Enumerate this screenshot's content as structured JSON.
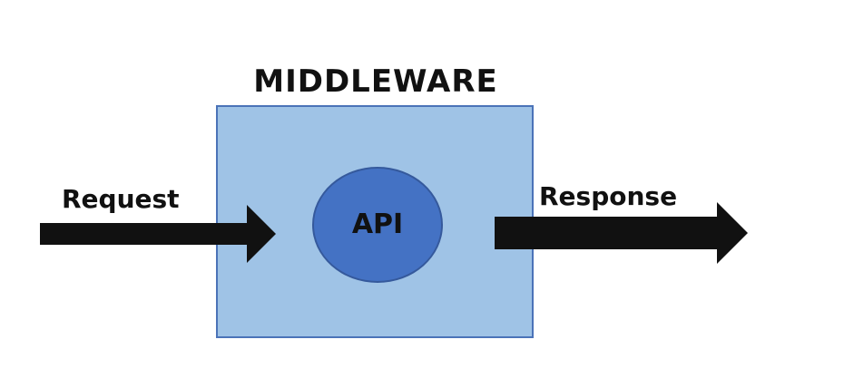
{
  "diagram": {
    "title": "MIDDLEWARE",
    "center_label": "API",
    "input_label": "Request",
    "output_label": "Response"
  },
  "colors": {
    "box_fill": "#9fc3e6",
    "box_border": "#4b73b8",
    "ellipse_fill": "#4472c4",
    "arrow": "#111111",
    "text": "#111111"
  },
  "icons": {
    "input_arrow": "arrow-right-icon",
    "output_arrow": "arrow-right-icon"
  }
}
